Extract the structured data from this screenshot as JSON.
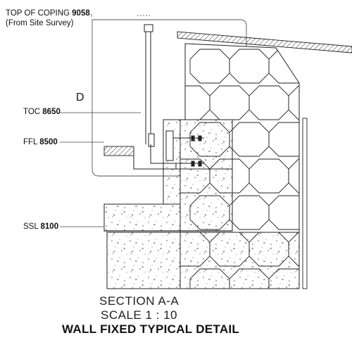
{
  "levels": {
    "coping": {
      "label": "TOP OF COPING",
      "value": "9058",
      "note": "(From Site Survey)"
    },
    "toc": {
      "label": "TOC",
      "value": "8650"
    },
    "ffl": {
      "label": "FFL",
      "value": "8500"
    },
    "ssl": {
      "label": "SSL",
      "value": "8100"
    }
  },
  "detail_ref": "D",
  "title": {
    "section": "SECTION A-A",
    "scale": "SCALE 1 : 10",
    "name": "WALL FIXED TYPICAL DETAIL"
  }
}
